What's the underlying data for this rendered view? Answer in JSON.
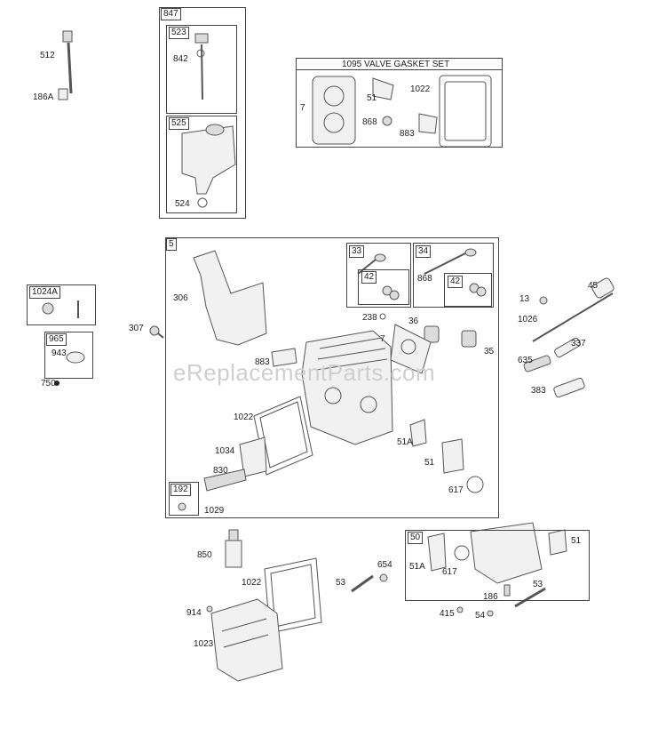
{
  "watermark": "eReplacementParts.com",
  "boxes": {
    "b847": "847",
    "b523": "523",
    "b525": "525",
    "valve_set_title": "1095 VALVE GASKET SET",
    "b5": "5",
    "b33": "33",
    "b34": "34",
    "b42a": "42",
    "b42b": "42",
    "b1024A": "1024A",
    "b965": "965",
    "b192": "192",
    "b50": "50"
  },
  "labels": [
    "512",
    "186A",
    "842",
    "524",
    "7",
    "51",
    "1022",
    "868",
    "883",
    "306",
    "307",
    "33",
    "34",
    "868",
    "238",
    "36",
    "7",
    "35",
    "13",
    "45",
    "1026",
    "337",
    "635",
    "383",
    "883",
    "1022",
    "1034",
    "830",
    "1029",
    "51A",
    "51",
    "617",
    "943",
    "750",
    "850",
    "1022",
    "914",
    "1023",
    "53",
    "654",
    "51A",
    "617",
    "51",
    "186",
    "53",
    "415",
    "54"
  ]
}
